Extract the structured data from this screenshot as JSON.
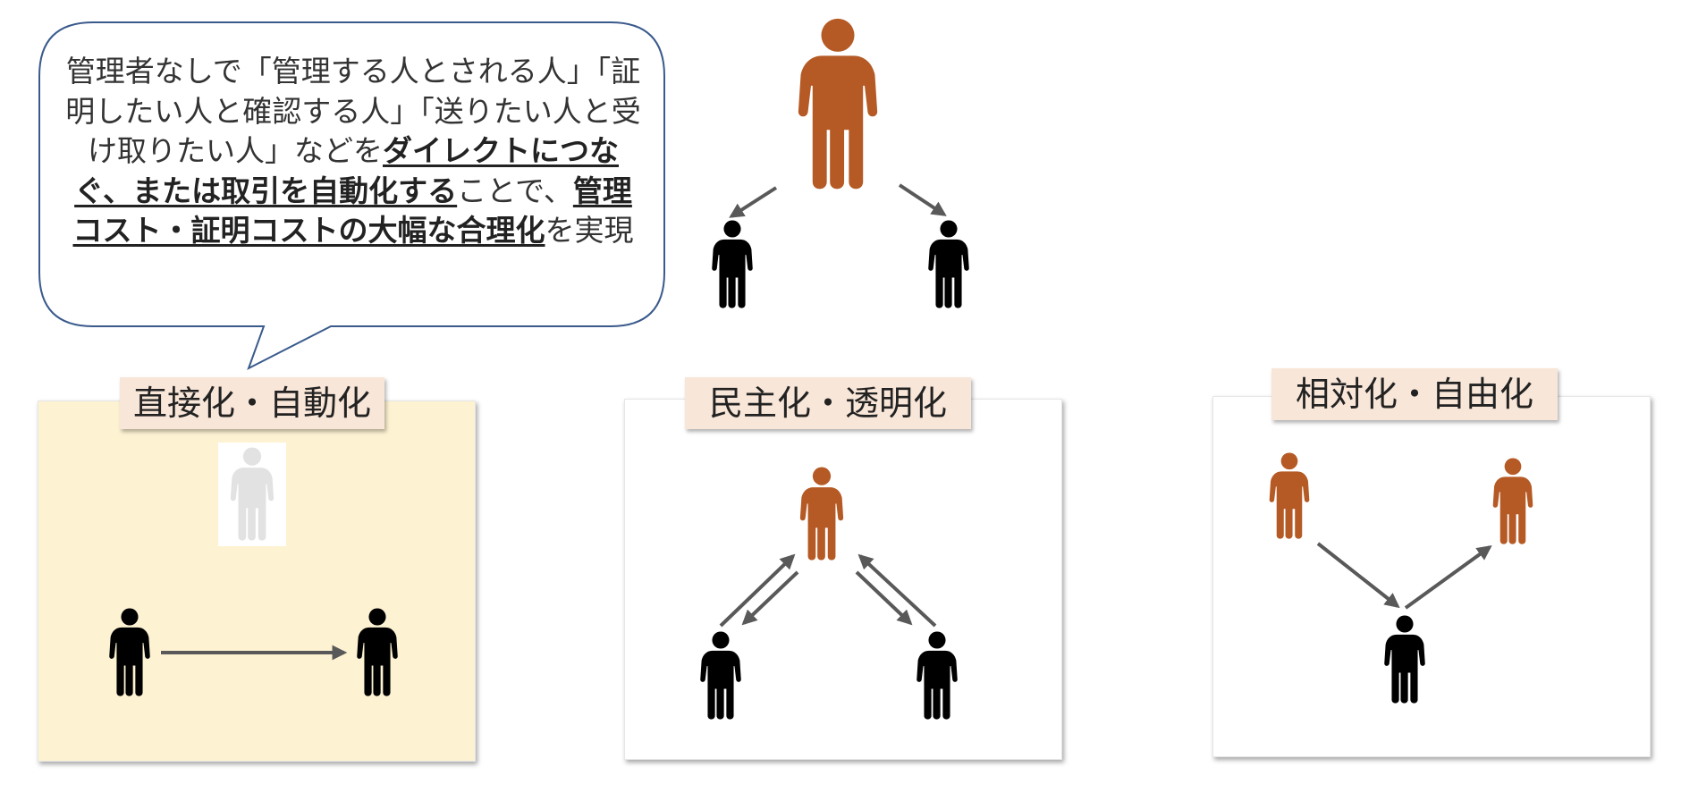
{
  "bubble": {
    "line1": "管理者なしで「管理する人とされる人」「証明したい人と確認する人」「送りたい人と受け取りたい人」などを",
    "em1": "ダイレクトにつなぐ、または取引を自動化する",
    "mid": "ことで、",
    "em2": "管理コスト・証明コストの大幅な合理化",
    "tail": "を実現"
  },
  "panels": {
    "direct": {
      "label": "直接化・自動化"
    },
    "democratic": {
      "label": "民主化・透明化"
    },
    "relative": {
      "label": "相対化・自由化"
    }
  },
  "colors": {
    "admin_person": "#b55a25",
    "person": "#000000",
    "ghost_person": "#e2e2e2",
    "arrow": "#595959",
    "direct_panel_bg": "#fdf2d2",
    "label_bg": "#f8e6d8",
    "bubble_border": "#3a5a8c"
  },
  "icons": {
    "person": "person-icon",
    "arrow": "arrow-icon"
  }
}
